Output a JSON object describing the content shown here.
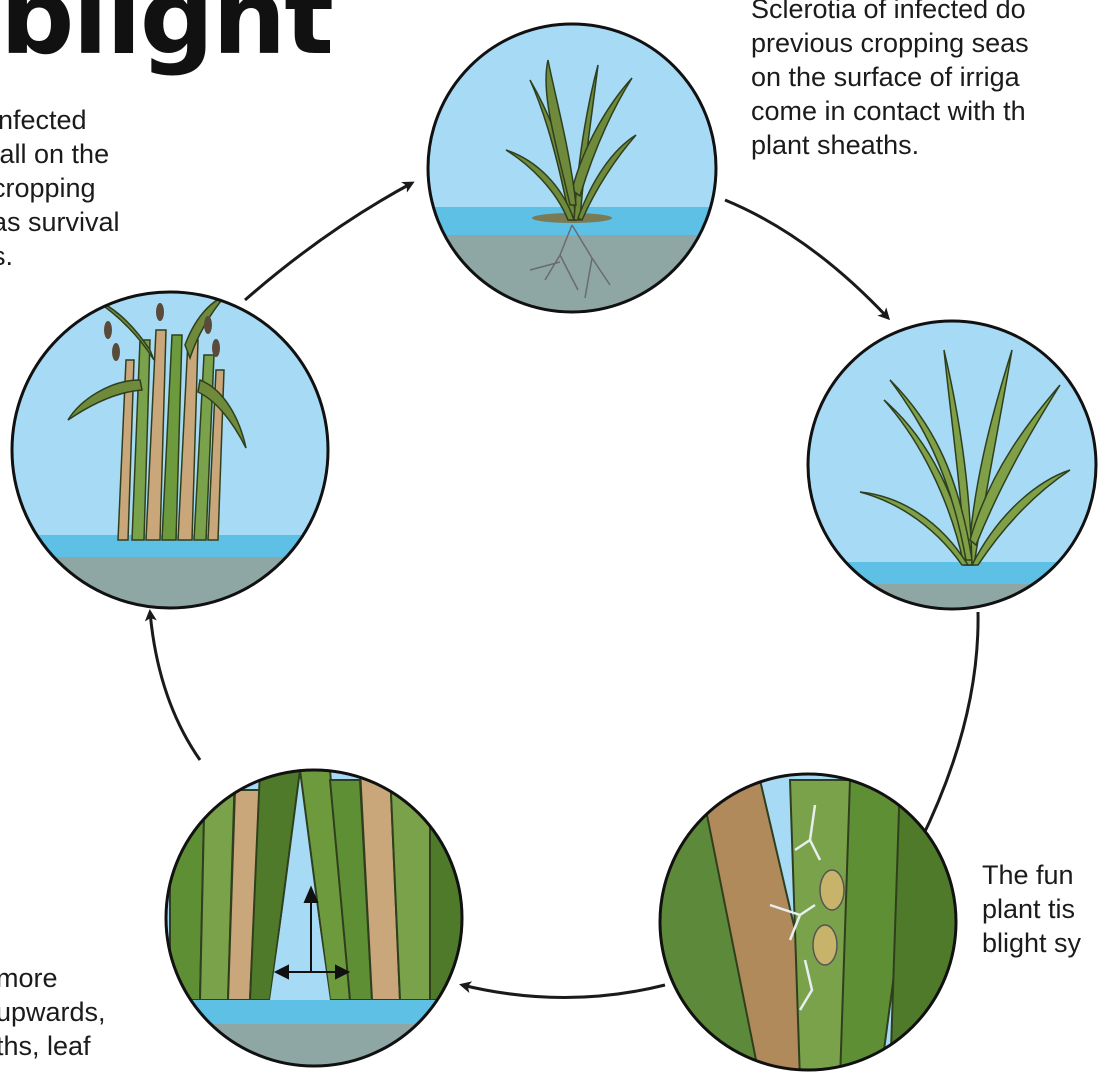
{
  "title": "blight",
  "captions": {
    "top_left": {
      "lines": [
        "infected",
        "fall on the",
        "cropping",
        "as survival",
        "s."
      ]
    },
    "top_right": {
      "lines": [
        "Sclerotia of infected do",
        "previous cropping seas",
        "on the surface of irriga",
        "come in contact with th",
        "plant sheaths."
      ]
    },
    "bottom_right": {
      "lines": [
        "The fun",
        "plant tis",
        "blight sy"
      ]
    },
    "bottom_left": {
      "lines": [
        "more",
        "upwards,",
        "ths, leaf",
        "..."
      ]
    }
  },
  "stages": [
    {
      "id": "stage-1",
      "name": "young-rice-plant-in-water"
    },
    {
      "id": "stage-2",
      "name": "tillering-rice-plant"
    },
    {
      "id": "stage-3",
      "name": "infected-sheath-closeup"
    },
    {
      "id": "stage-4",
      "name": "spread-between-tillers"
    },
    {
      "id": "stage-5",
      "name": "mature-infected-rice-plant"
    }
  ],
  "colors": {
    "sky": "#a6daf5",
    "water": "#5fc0e6",
    "soil": "#8fa7a4",
    "leaf_dark": "#4f6b2d",
    "leaf_light": "#8ea64a",
    "stem_infected": "#c9a77a",
    "arrow": "#1a1a1a"
  }
}
